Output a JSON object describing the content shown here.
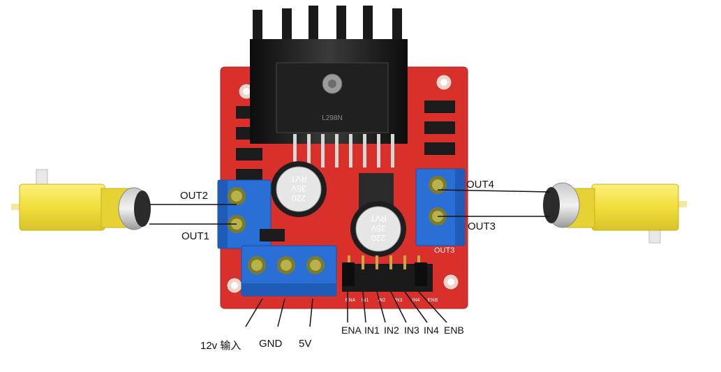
{
  "labels": {
    "out1": "OUT1",
    "out2": "OUT2",
    "out3": "OUT3",
    "out4": "OUT4",
    "power": "12v 输入",
    "gnd": "GND",
    "v5": "5V",
    "ena": "ENA",
    "in1": "IN1",
    "in2": "IN2",
    "in3": "IN3",
    "in4": "IN4",
    "enb": "ENB"
  },
  "board": {
    "cap_text": [
      "220",
      "35V",
      "RVT"
    ],
    "silk_out3": "OUT3",
    "silk_pins": [
      "ENA",
      "IN1",
      "IN2",
      "IN3",
      "IN4",
      "ENB"
    ]
  },
  "colors": {
    "pcb": "#d9302c",
    "terminal": "#2a6fd6",
    "motor": "#f2e14a",
    "heatsink": "#1a1a1a"
  }
}
